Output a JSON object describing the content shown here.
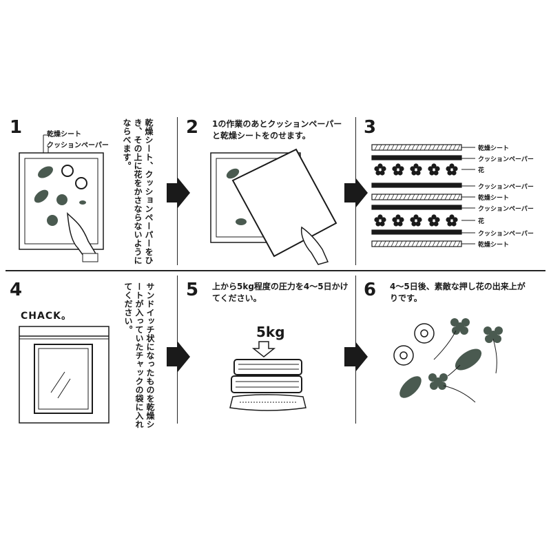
{
  "steps": [
    {
      "number": "1",
      "label_drying": "乾燥シート",
      "label_cushion": "クッションペーパー",
      "text": "乾燥シート、クッションペーパーをひき、その上に花をかさならないようにならべます。"
    },
    {
      "number": "2",
      "text": "1の作業のあとクッションペーパーと乾燥シートをのせます。"
    },
    {
      "number": "3",
      "layers": [
        "乾燥シート",
        "クッションペーパー",
        "花",
        "クッションペーパー",
        "乾燥シート",
        "クッションペーパー",
        "花",
        "クッションペーパー",
        "乾燥シート"
      ]
    },
    {
      "number": "4",
      "chack": "CHACK。",
      "text": "サンドイッチ状になったものを乾燥シートが入っていたチャックの袋に入れてください。"
    },
    {
      "number": "5",
      "weight": "5kg",
      "text": "上から5kg程度の圧力を4〜5日かけてください。"
    },
    {
      "number": "6",
      "text": "4〜5日後、素敵な押し花の出来上がりです。"
    }
  ],
  "colors": {
    "ink": "#1a1a1a",
    "leaf": "#4a5a50",
    "paper": "#ffffff"
  }
}
